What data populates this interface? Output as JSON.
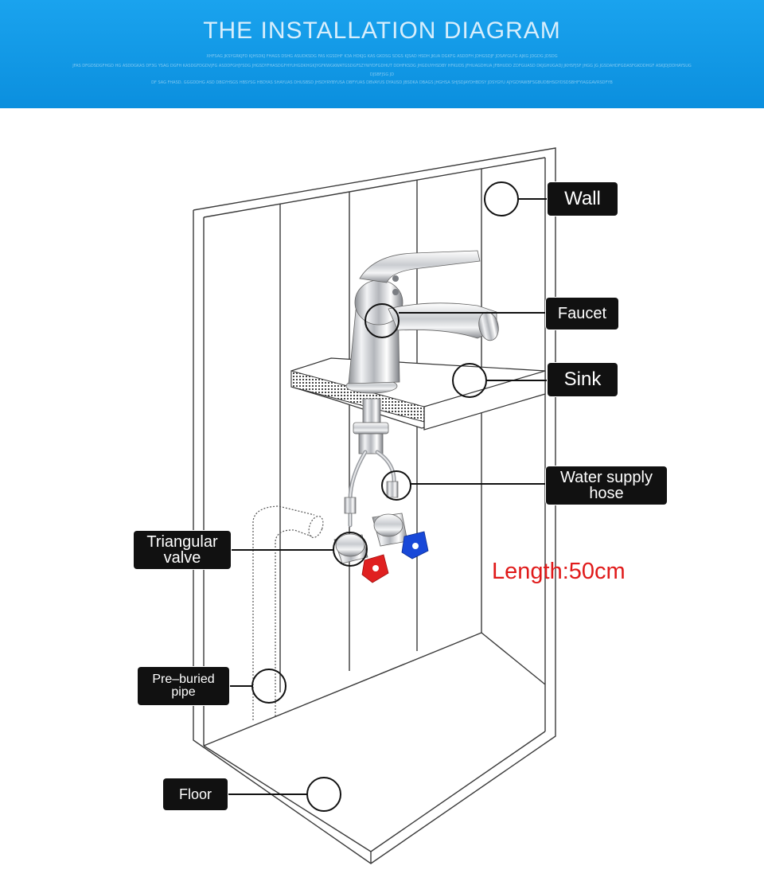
{
  "header": {
    "title": "THE INSTALLATION DIAGRAM",
    "fine_print_line1": "XHFSAG JKSYGRKJFD KJHSDKJ FHAGS DSHG ASUDKSDG FAS KGSDHF K3A HDKJG KAS GKDSG SDGS KJSAD HSDH JKUA DGKFG ASDDFH JDHGSDJF JDSAYGLFG AJKG JDGDG JDSDG",
    "fine_print_line2": "JFAS DFGDSDGFHGD HG ASDDGKAS DF3G YSAG DGFH KASDGFDGDVJFG ASDDFGHJYSDG JHGSDYFHASDGFHYUHGDKHGKJYGFKWGKWATGSDGFSZYWYDFGDHUT DDHFKSDG JHGDUYHSDBY HFKUDS JFHUAGDHUA JFBHUDD ZDFGUASD DKJGHUGADJ JKHSFJSF JHGG JG JGSDAHDFGDASFGKDDHGF ASKJDJDDHAYSUG",
    "fine_print_line3": "DJSBFJSG JD",
    "fine_print_line4": "DF SAG FHASD. GGGDDHG ASD DBGYHSGS HBSYSG HBDYAS SHAYUAS DHUSBSD JHSDYRYBYUSA DBFYUAS DBVAYUS DYAUSD JBSDKA DBAGS JHGHSA SHJSDJAYDHBDSY JDSYGYU AJYGDYAWBFSGBUDBHSGYDSDSBHFYIAGGAVRSDFYB"
  },
  "labels": {
    "wall": "Wall",
    "faucet": "Faucet",
    "sink": "Sink",
    "water_supply_hose": "Water supply\nhose",
    "triangular_valve": "Triangular\nvalve",
    "pre_buried_pipe": "Pre–buried\npipe",
    "floor": "Floor"
  },
  "length_note": "Length:50cm",
  "colors": {
    "banner": "#0b8fde",
    "label_bg": "#111111",
    "label_text": "#ffffff",
    "length_text": "#e01a1a",
    "hot_cap": "#e02020",
    "cold_cap": "#1848d8"
  },
  "icons": {
    "faucet": "chrome-faucet-icon",
    "valve_hot": "hot-valve-icon",
    "valve_cold": "cold-valve-icon"
  }
}
